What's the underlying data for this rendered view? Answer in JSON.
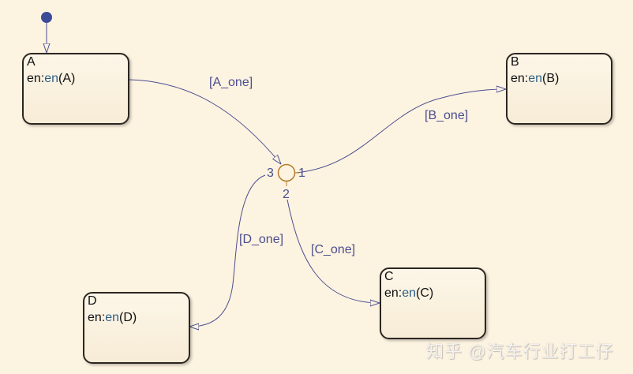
{
  "colors": {
    "background": "#fdf3e1",
    "transition": "#4b4e8f",
    "junction": "#b57a2a",
    "default_dot": "#3c4a98",
    "keyword": "#2e5f86",
    "state_border": "#2b2621"
  },
  "states": [
    {
      "id": "A",
      "name": "A",
      "prefix": "en:",
      "func": "en",
      "arg": "(A)"
    },
    {
      "id": "B",
      "name": "B",
      "prefix": "en:",
      "func": "en",
      "arg": "(B)"
    },
    {
      "id": "C",
      "name": "C",
      "prefix": "en:",
      "func": "en",
      "arg": "(C)"
    },
    {
      "id": "D",
      "name": "D",
      "prefix": "en:",
      "func": "en",
      "arg": "(D)"
    }
  ],
  "transitions": [
    {
      "from": "A",
      "to": "junction",
      "label": "[A_one]"
    },
    {
      "from": "junction",
      "to": "B",
      "label": "[B_one]",
      "order": "1"
    },
    {
      "from": "junction",
      "to": "C",
      "label": "[C_one]",
      "order": "2"
    },
    {
      "from": "junction",
      "to": "D",
      "label": "[D_one]",
      "order": "3"
    }
  ],
  "junction": {
    "type": "connective-junction"
  },
  "watermark": "知乎 @汽车行业打工仔"
}
